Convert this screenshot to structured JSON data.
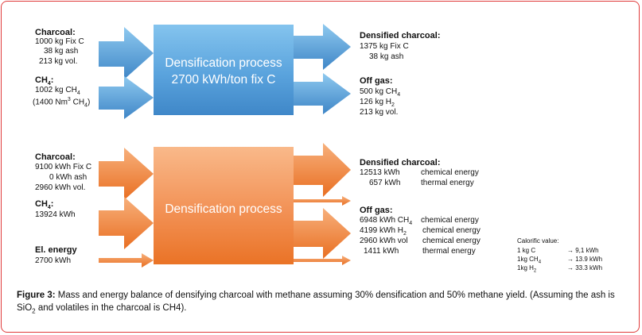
{
  "colors": {
    "border": "#e03a3a",
    "blue": "#4f97d6",
    "orange": "#ef7f35"
  },
  "top": {
    "process_lines": [
      "Densification process",
      "2700 kWh/ton fix C"
    ],
    "charcoal": {
      "title": "Charcoal:",
      "lines": [
        "1000 kg Fix C",
        "38 kg ash",
        "213 kg vol."
      ]
    },
    "ch4": {
      "title_main": "CH",
      "title_sub": "4",
      "title_end": ":",
      "line1_main": "1002 kg CH",
      "line1_sub": "4",
      "line2_pre": "(1400 Nm",
      "line2_sup": "3",
      "line2_mid": " CH",
      "line2_sub": "4",
      "line2_end": ")"
    },
    "densified": {
      "title": "Densified charcoal:",
      "lines": [
        "1375 kg Fix C",
        "38 kg ash"
      ]
    },
    "offgas": {
      "title": "Off gas:",
      "l1_main": "500 kg CH",
      "l1_sub": "4",
      "l2_main": "126 kg H",
      "l2_sub": "2",
      "l3": "213 kg vol."
    }
  },
  "bottom": {
    "process_label": "Densification process",
    "charcoal": {
      "title": "Charcoal:",
      "lines": [
        "9100 kWh Fix C",
        "0 kWh ash",
        "2960 kWh vol."
      ]
    },
    "ch4": {
      "title_main": "CH",
      "title_sub": "4",
      "title_end": ":",
      "line": "13924 kWh"
    },
    "el": {
      "title": "El. energy",
      "line": "2700 kWh"
    },
    "densified": {
      "title": "Densified charcoal:",
      "rows": [
        {
          "value": "12513 kWh",
          "label": "chemical energy"
        },
        {
          "value": "657 kWh",
          "label": "thermal energy"
        }
      ]
    },
    "offgas": {
      "title": "Off gas:",
      "r1_value": "6948  kWh CH",
      "r1_sub": "4",
      "r1_label": "chemical energy",
      "r2_value": "4199  kWh H",
      "r2_sub": "2",
      "r2_label": "chemical energy",
      "r3_value": "2960  kWh vol",
      "r3_label": "chemical energy",
      "r4_value": "1411 kWh",
      "r4_label": "thermal energy"
    },
    "calorific": {
      "title": "Calorific value:",
      "r1_left": "1 kg C",
      "r1_right": "→ 9,1 kWh",
      "r2_left_main": "1kg CH",
      "r2_left_sub": "4",
      "r2_right": "→ 13.9 kWh",
      "r3_left_main": "1kg H",
      "r3_left_sub": "2",
      "r3_right": "→ 33.3 kWh"
    }
  },
  "caption": {
    "label": "Figure 3:",
    "text1": " Mass and energy balance of densifying charcoal with methane assuming 30% densification and 50% methane yield. (Assuming the ash is SiO",
    "sub": "2",
    "text2": " and volatiles in the charcoal is CH4)."
  }
}
